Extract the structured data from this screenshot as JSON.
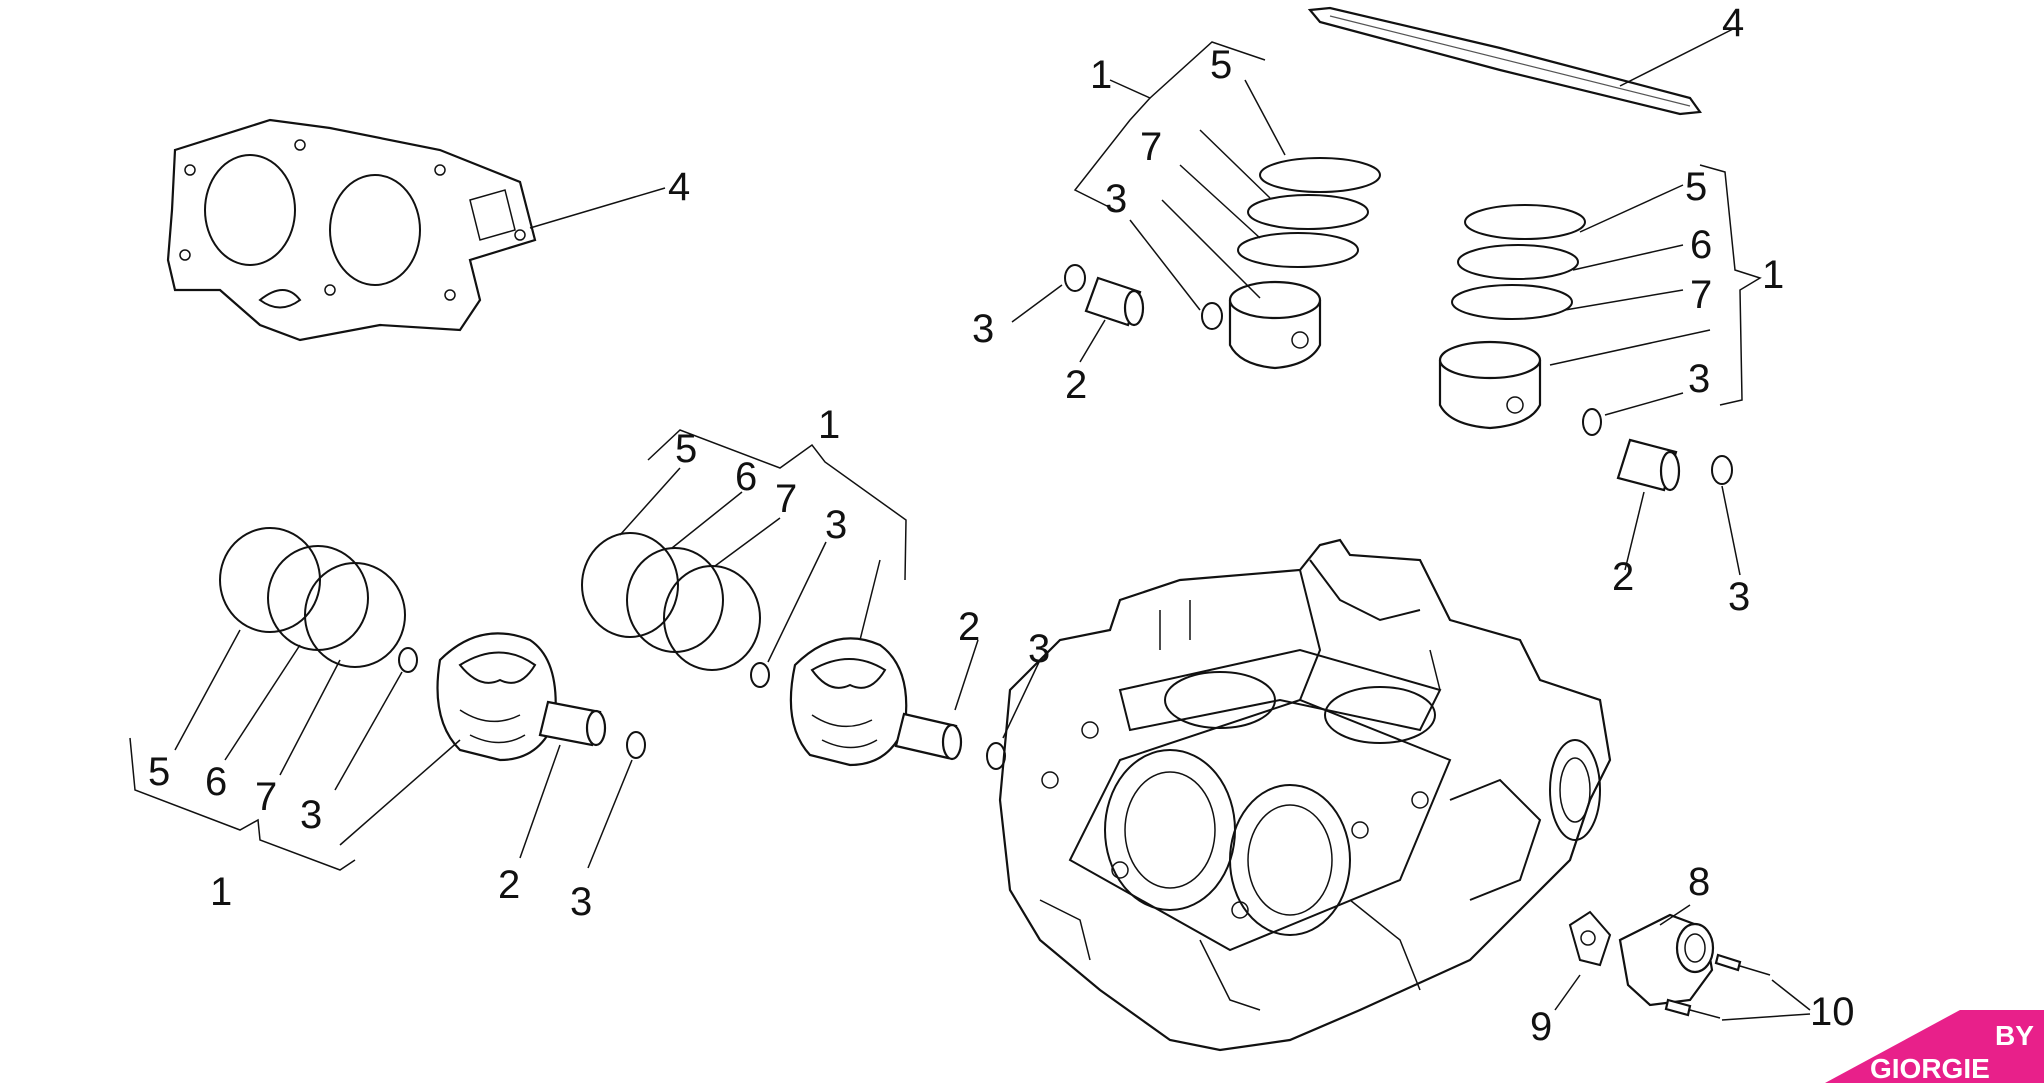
{
  "labels": {
    "l1_a": "1",
    "l1_b": "1",
    "l1_c": "1",
    "l1_d": "1",
    "l2_a": "2",
    "l2_b": "2",
    "l2_c": "2",
    "l2_d": "2",
    "l3_a": "3",
    "l3_b": "3",
    "l3_c": "3",
    "l3_d": "3",
    "l3_e": "3",
    "l3_f": "3",
    "l3_g": "3",
    "l3_h": "3",
    "l4_a": "4",
    "l4_b": "4",
    "l5_a": "5",
    "l5_b": "5",
    "l5_c": "5",
    "l5_d": "5",
    "l6_a": "6",
    "l6_b": "6",
    "l6_c": "6",
    "l7_a": "7",
    "l7_b": "7",
    "l7_c": "7",
    "l7_d": "7",
    "l8": "8",
    "l9": "9",
    "l10": "10"
  },
  "watermark": {
    "line1": "BY",
    "line2": "GIORGIE"
  },
  "colors": {
    "watermark": "#e8208a",
    "ink": "#111111"
  }
}
